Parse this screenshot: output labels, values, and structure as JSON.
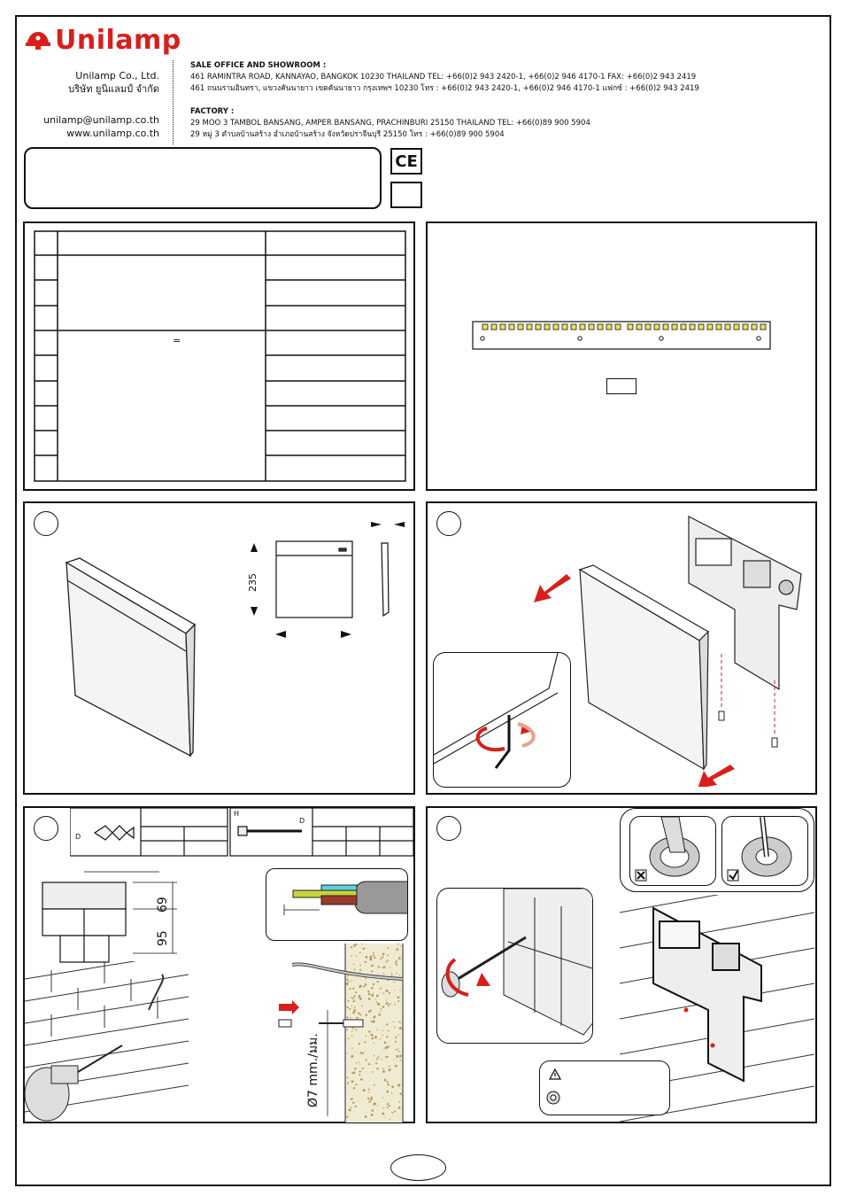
{
  "brand": {
    "name": "Unilamp",
    "color": "#d7201b"
  },
  "company": {
    "name_en": "Unilamp Co., Ltd.",
    "name_th": "บริษัท ยูนิแลมป์ จำกัด"
  },
  "contact": {
    "email": "unilamp@unilamp.co.th",
    "website": "www.unilamp.co.th"
  },
  "sale_office": {
    "heading": "SALE OFFICE AND SHOWROOM :",
    "line_en": "461 RAMINTRA ROAD, KANNAYAO, BANGKOK 10230 THAILAND TEL: +66(0)2 943 2420-1, +66(0)2 946 4170-1 FAX: +66(0)2 943 2419",
    "line_th": "461 ถนนรามอินทรา, แขวงคันนายาว เขตคันนายาว กรุงเทพฯ 10230 โทร : +66(0)2 943 2420-1, +66(0)2 946 4170-1 แฟกซ์ : +66(0)2 943 2419"
  },
  "factory": {
    "heading": "FACTORY :",
    "line_en": "29 MOO 3 TAMBOL BANSANG, AMPER BANSANG, PRACHINBURI 25150 THAILAND TEL: +66(0)89 900 5904",
    "line_th": "29 หมู่ 3 ตำบลบ้านสร้าง อำเภอบ้านสร้าง จังหวัดปราจีนบุรี 25150 โทร : +66(0)89 900 5904"
  },
  "ce_mark": "CE",
  "spec_table": {
    "equals_symbol": "="
  },
  "dimensions": {
    "height": "235"
  },
  "mounting": {
    "dim_69": "69",
    "dim_95": "95",
    "drill": "Ø7 mm./มม.",
    "h_label": "H",
    "d_label": "D"
  },
  "icons": {
    "warning": "warning-icon",
    "wrong": "cross-box-icon",
    "right": "check-box-icon"
  }
}
